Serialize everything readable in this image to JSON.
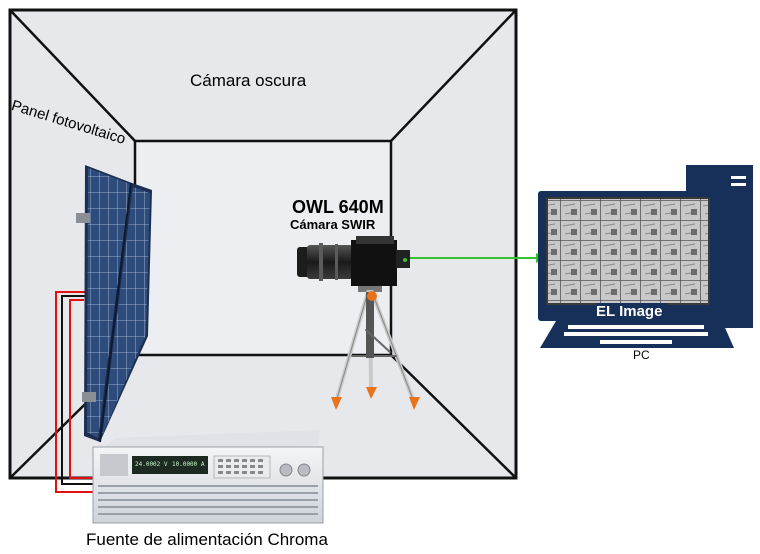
{
  "labels": {
    "room": "Cámara oscura",
    "panel": "Panel fotovoltaico",
    "camera_model": "OWL 640M",
    "camera_type": "Cámara SWIR",
    "monitor_caption": "EL Image",
    "computer": "PC",
    "power_supply": "Fuente de alimentación Chroma",
    "psu_display_left": "24.0002 V",
    "psu_display_right": "10.0000 A"
  },
  "icons": {
    "panel": "solar-panel-icon",
    "camera": "camera-icon",
    "tripod": "tripod-icon",
    "monitor": "monitor-icon",
    "tower": "computer-tower-icon",
    "keyboard": "keyboard-icon",
    "psu": "power-supply-icon"
  },
  "colors": {
    "room_wall": "#e6e8ec",
    "room_edge": "#111111",
    "panel_cell": "#2d4c7c",
    "signal_cable": "#34c234",
    "power_cable": "#e01010",
    "pc_navy": "#17305a"
  }
}
